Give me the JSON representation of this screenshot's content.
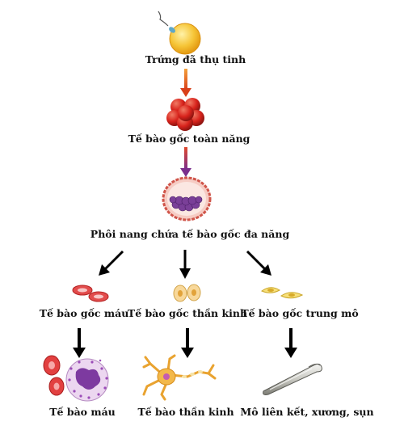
{
  "stages": {
    "zygote": "Trứng đã thụ tinh",
    "totipotent": "Tế bào gốc toàn năng",
    "blastocyst": "Phôi nang chứa tế bào gốc đa năng"
  },
  "branches": [
    {
      "stem_label": "Tế bào gốc máu",
      "product_label": "Tế bào máu"
    },
    {
      "stem_label": "Tế bào gốc thần kinh",
      "product_label": "Tế bào thần kinh"
    },
    {
      "stem_label": "Tế bào gốc trung mô",
      "product_label": "Mô liên kết, xương, sụn"
    }
  ],
  "colors": {
    "egg": "#f2b21c",
    "morula": "#d8231c",
    "blastocyst_inner": "#7a3f98",
    "arrow_orange": "#e2531a",
    "arrow_purple": "#8e3b8c",
    "arrow_black": "#000000"
  }
}
